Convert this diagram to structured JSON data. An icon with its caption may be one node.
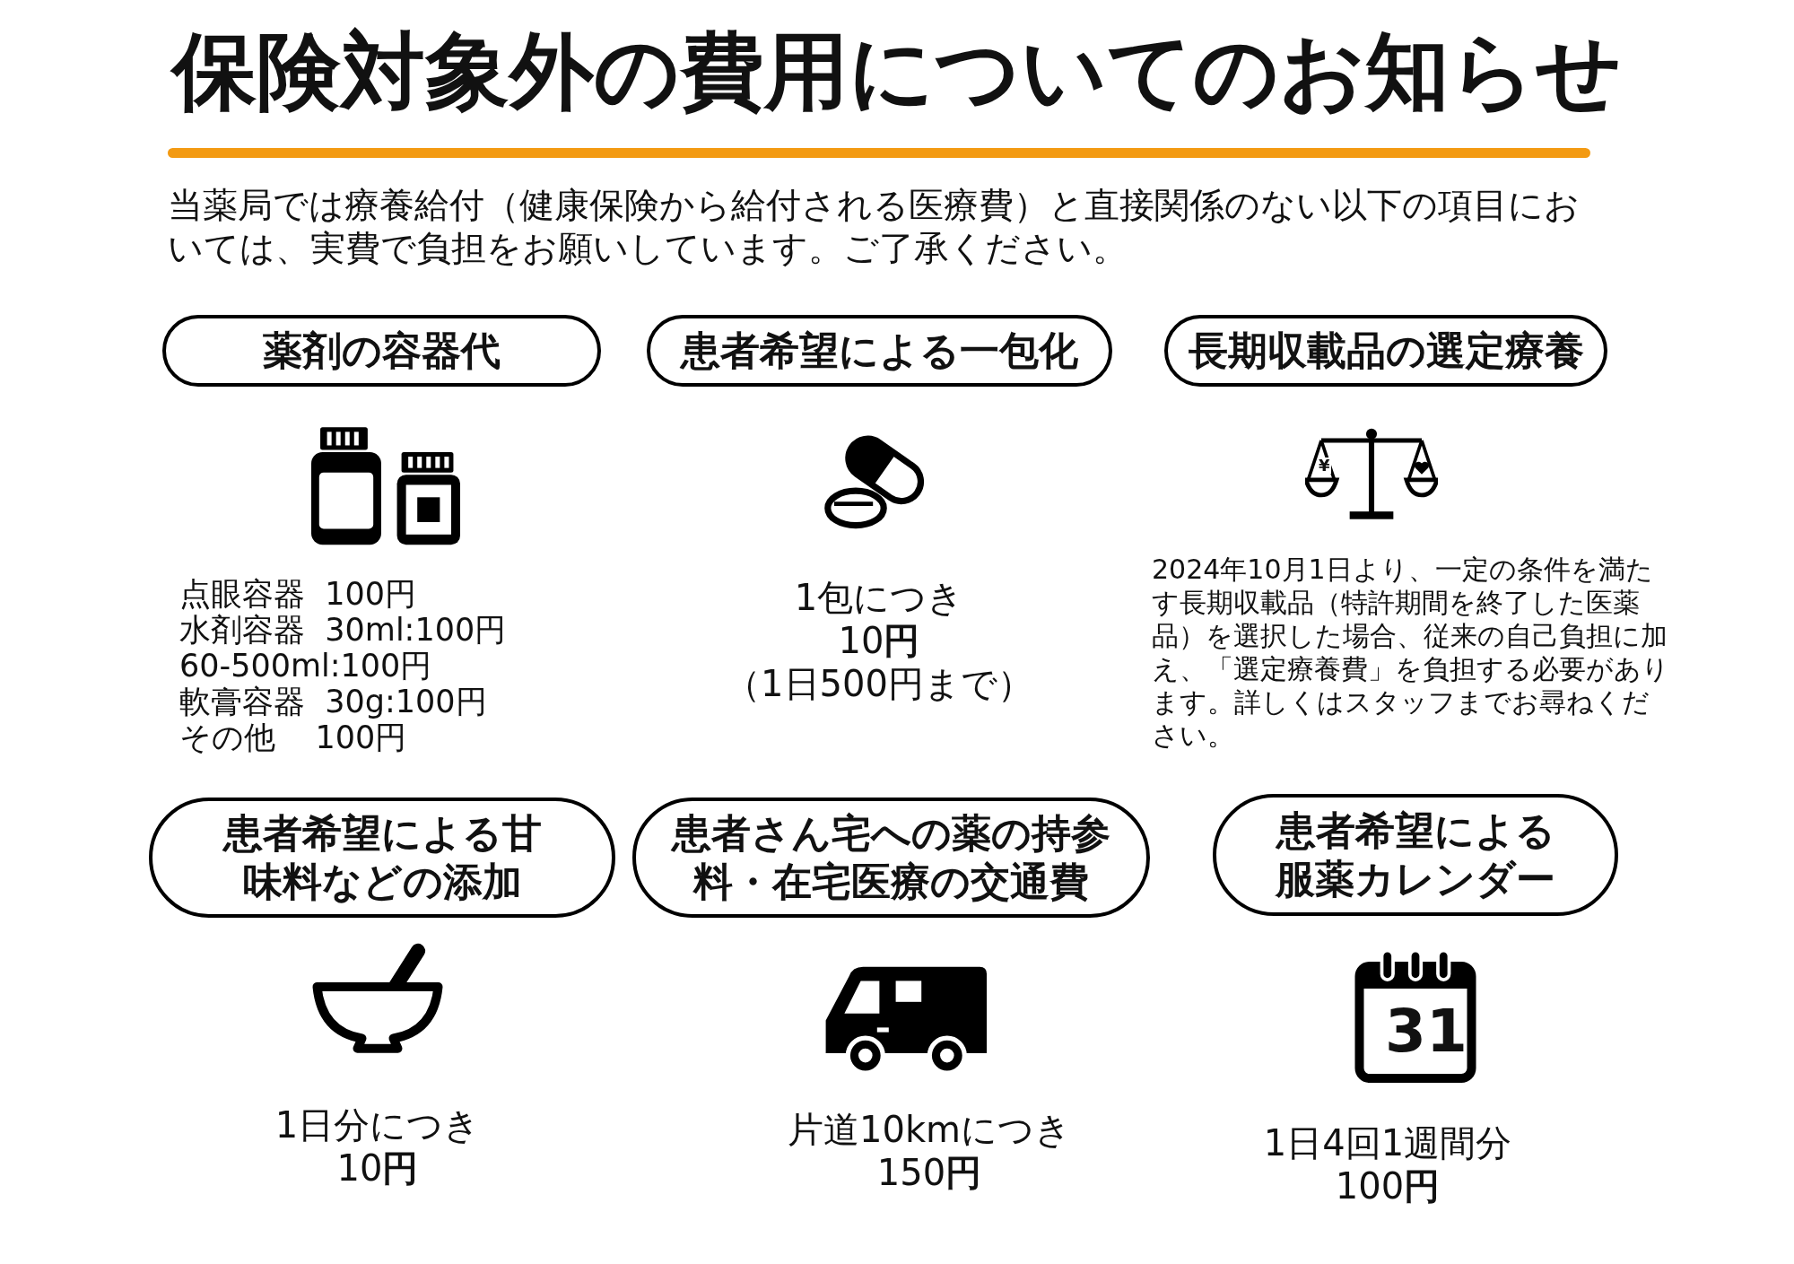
{
  "diagram": {
    "title": "保険対象外の費用についてのお知らせ",
    "nodes": [
      {
        "text": [
          "薬剤の容器代"
        ],
        "beside": [
          "点眼容器  100円",
          "水剤容器  30ml:100円",
          "60-500ml:100円",
          "軟膏容器  30g:100円",
          "その他    100円"
        ]
      },
      {
        "text": [
          "患者希望による一包化"
        ],
        "beside": [
          "1包につき",
          "10**円**",
          "（1日500円まで）"
        ]
      },
      {
        "text": [
          "長期収載品の選定療養"
        ]
      },
      {
        "text": [
          "患者希望による甘味料などの添加"
        ],
        "beside": [
          "1日分につき",
          "10**円**"
        ]
      },
      {
        "text": [
          "患者さん宅への薬の持参料・在宅医療の交通費"
        ],
        "beside": [
          "片道10kmにつき",
          "150**円**"
        ]
      },
      {
        "text": [
          "患者希望による服薬カレンダー"
        ],
        "beside": [
          "1日4回1週間分",
          "100**円**"
        ]
      }
    ],
    "edges": [],
    "labels": [
      "当薬局では療養給付（健康保険から給付される医療費）と直接関係のない以下の項目においては、実費で負担をお願いしています。ご了承ください。",
      "¥",
      "2024年10月1日より、一定の条件を満たす長期収載品（特許期間を終了した医薬品）を選択した場合、従来の自己負担に加え、「選定療養費」を負担する必要があります。詳しくはスタッフまでお尋ねください。",
      "31"
    ]
  }
}
